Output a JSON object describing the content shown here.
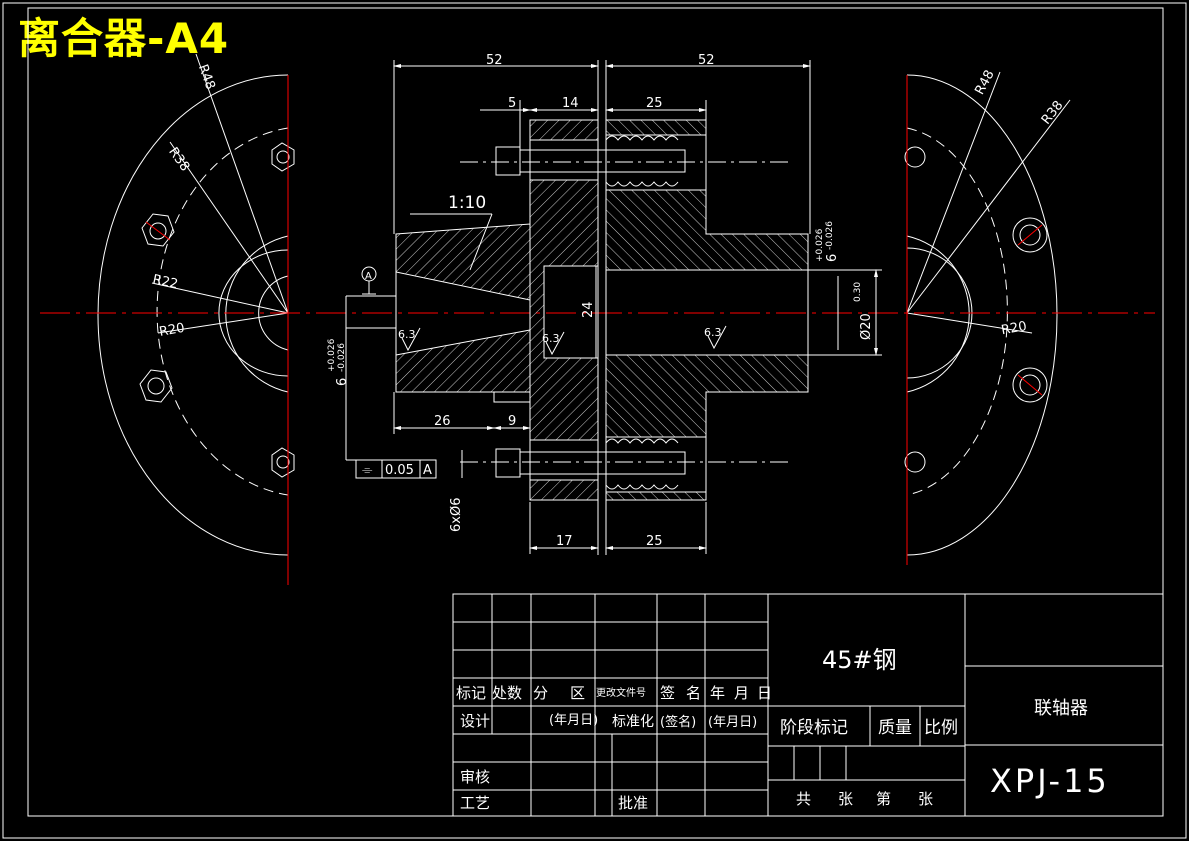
{
  "title": "离合器-A4",
  "colors": {
    "background": "#000000",
    "lines": "#ffffff",
    "centerline": "#ff0000",
    "title": "#ffff00"
  },
  "left_view": {
    "radii": [
      "R48",
      "R38",
      "R22",
      "R20"
    ]
  },
  "right_view": {
    "radii": [
      "R48",
      "R38",
      "R20"
    ]
  },
  "section": {
    "dims_top": [
      "52",
      "52",
      "5",
      "14",
      "25"
    ],
    "dims_bottom": [
      "26",
      "9",
      "17",
      "25"
    ],
    "taper": "1:10",
    "bore": "24",
    "diameter": "Ø20",
    "diameter_tol": "0.30",
    "keyway_left": [
      "6",
      "+0.026",
      "-0.026"
    ],
    "keyway_right": [
      "6",
      "+0.026",
      "-0.026"
    ],
    "roughness": [
      "6.3",
      "6.3",
      "6.3"
    ],
    "holes": "6xØ6",
    "datum": "A",
    "tolerance_frame": {
      "symbol": "⌯",
      "value": "0.05",
      "datum": "A"
    }
  },
  "title_block": {
    "headers": [
      "标记",
      "处数",
      "分",
      "区",
      "更改文件号",
      "签",
      "名",
      "年",
      "月",
      "日"
    ],
    "row_design": [
      "设计",
      "(年月日)",
      "标准化",
      "(签名)",
      "(年月日)"
    ],
    "row_review": "审核",
    "row_process": "工艺",
    "approve": "批准",
    "material": "45#钢",
    "stage_label": "阶段标记",
    "mass_label": "质量",
    "scale_label": "比例",
    "sheet_labels": [
      "共",
      "张",
      "第",
      "张"
    ],
    "part_name": "联轴器",
    "drawing_number": "XPJ-15"
  }
}
